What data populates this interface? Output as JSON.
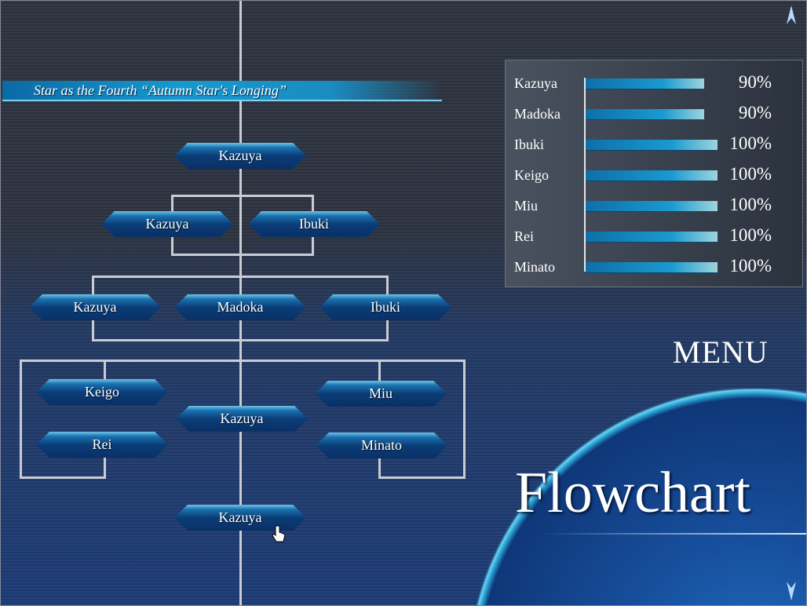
{
  "banner": {
    "title": "Star as the Fourth “Autumn Star's Longing”"
  },
  "flowchart": {
    "row1": [
      "Kazuya"
    ],
    "row2": [
      "Kazuya",
      "Ibuki"
    ],
    "row3": [
      "Kazuya",
      "Madoka",
      "Ibuki"
    ],
    "row4": {
      "left": [
        "Keigo",
        "Rei"
      ],
      "center": "Kazuya",
      "right": [
        "Miu",
        "Minato"
      ]
    },
    "row5": [
      "Kazuya"
    ]
  },
  "completion": [
    {
      "name": "Kazuya",
      "percent": 90,
      "label": "90%"
    },
    {
      "name": "Madoka",
      "percent": 90,
      "label": "90%"
    },
    {
      "name": "Ibuki",
      "percent": 100,
      "label": "100%"
    },
    {
      "name": "Keigo",
      "percent": 100,
      "label": "100%"
    },
    {
      "name": "Miu",
      "percent": 100,
      "label": "100%"
    },
    {
      "name": "Rei",
      "percent": 100,
      "label": "100%"
    },
    {
      "name": "Minato",
      "percent": 100,
      "label": "100%"
    }
  ],
  "menu_label": "MENU",
  "screen_title": "Flowchart",
  "icons": {
    "scroll_up": "arrow-up-icon",
    "scroll_down": "arrow-down-icon",
    "cursor": "hand-pointer-icon"
  }
}
